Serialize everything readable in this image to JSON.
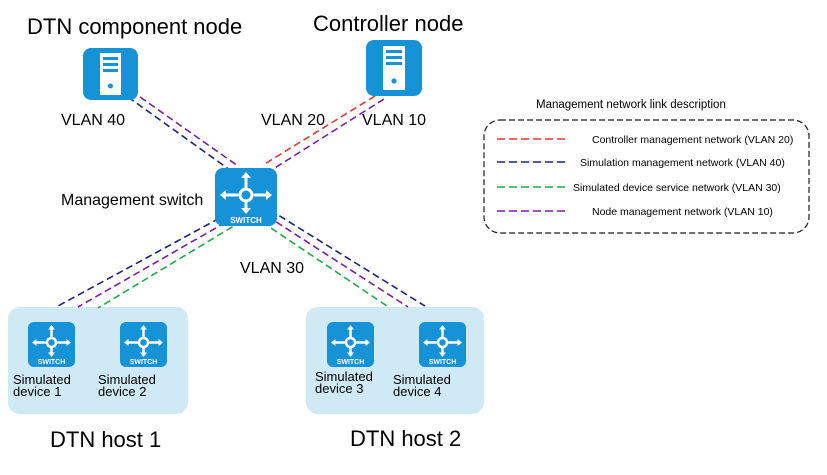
{
  "nodes": {
    "dtn_component": "DTN component node",
    "controller": "Controller node",
    "management_switch": "Management switch",
    "dtn_host_1": "DTN host 1",
    "dtn_host_2": "DTN host 2"
  },
  "vlan_labels": {
    "dtn_component_link": "VLAN 40",
    "controller_link_a": "VLAN 20",
    "controller_link_b": "VLAN 10",
    "host_links": "VLAN 30"
  },
  "switch_icon_text": "SWITCH",
  "devices": [
    {
      "line1": "Simulated",
      "line2": "device 1"
    },
    {
      "line1": "Simulated",
      "line2": "device 2"
    },
    {
      "line1": "Simulated",
      "line2": "device 3"
    },
    {
      "line1": "Simulated",
      "line2": "device 4"
    }
  ],
  "legend": {
    "title": "Management network link description",
    "items": [
      {
        "label": "Controller management network (VLAN 20)",
        "color": "#e53935"
      },
      {
        "label": "Simulation management network (VLAN 40)",
        "color": "#1a237e"
      },
      {
        "label": "Simulated device service network (VLAN 30)",
        "color": "#22a84a"
      },
      {
        "label": "Node management network (VLAN 10)",
        "color": "#7b1fa2"
      }
    ]
  },
  "colors": {
    "icon_blue": "#1593d6",
    "host_box": "#cfe9f5",
    "vlan20": "#e53935",
    "vlan40": "#1a237e",
    "vlan30": "#22a84a",
    "vlan10": "#7b1fa2"
  }
}
